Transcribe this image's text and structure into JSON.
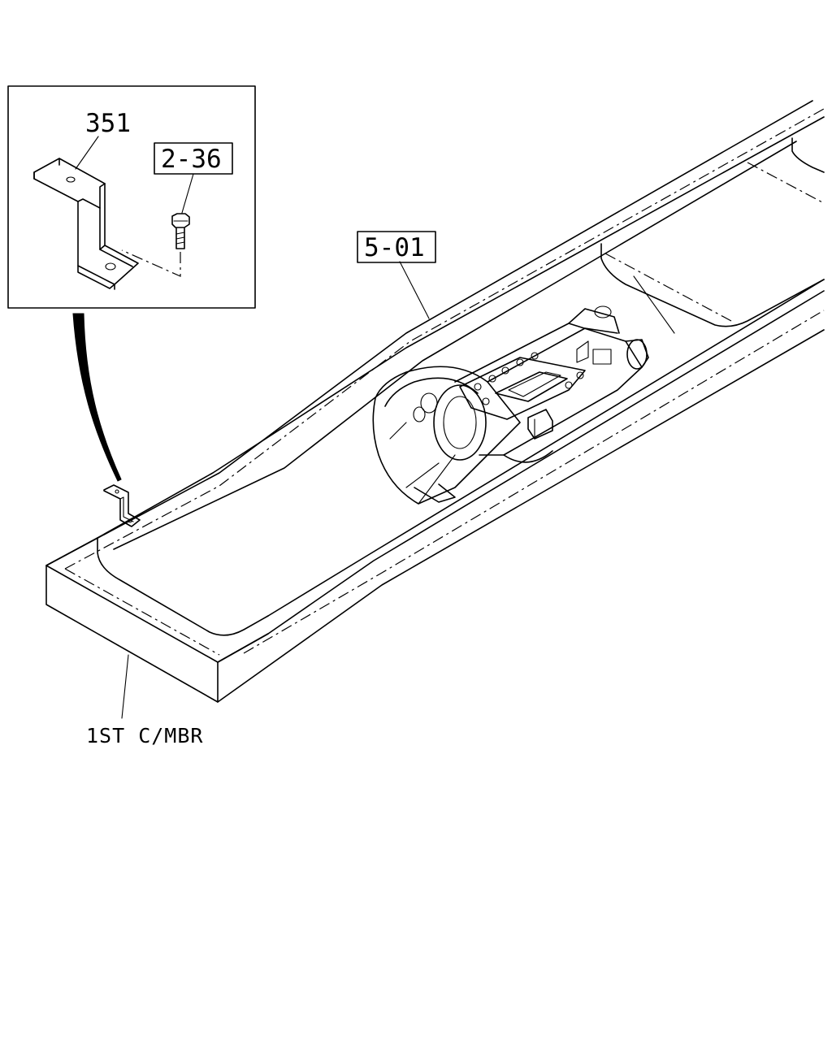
{
  "labels": {
    "bracket_part": "351",
    "bolt_ref": "2-36",
    "transmission_ref": "5-01",
    "crossmember": "1ST C/MBR"
  }
}
